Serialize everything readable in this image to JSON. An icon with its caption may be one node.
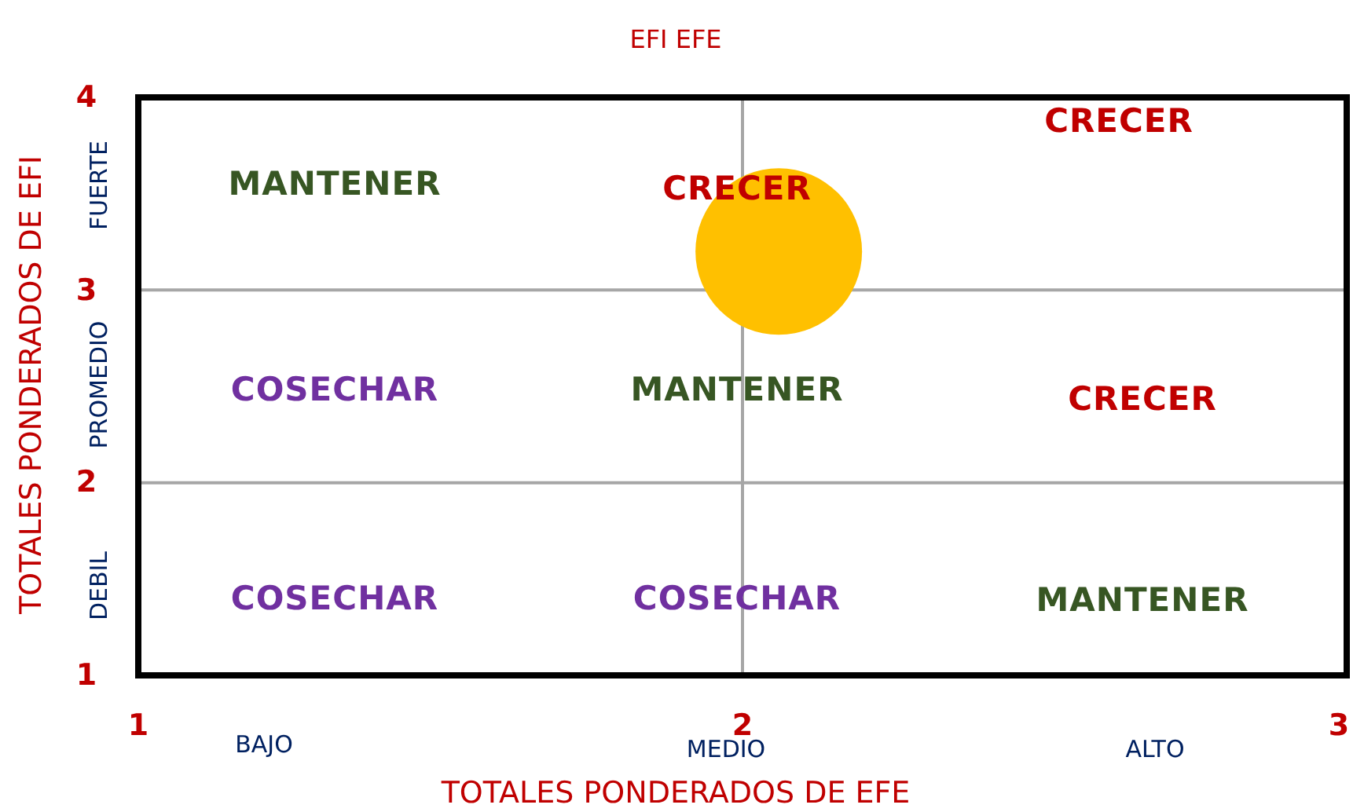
{
  "diagram": {
    "labels": [
      "FUERTE",
      "PROMEDIO",
      "DEBIL",
      "MANTENER",
      "CRECER",
      "CRECER",
      "COSECHAR",
      "MANTENER",
      "CRECER",
      "COSECHAR",
      "COSECHAR",
      "MANTENER",
      "BAJO",
      "MEDIO",
      "ALTO"
    ],
    "chart_data": {
      "type": "scatter",
      "title": "EFI EFE",
      "xlabel": "TOTALES PONDERADOS DE EFE",
      "ylabel": "TOTALES PONDERADOS DE EFI",
      "x": [
        2.06
      ],
      "series": [
        {
          "color": "#ffc000",
          "values": [
            3.2
          ]
        }
      ],
      "grid": true,
      "xlim": [
        1,
        3
      ],
      "ylim": [
        1,
        4
      ],
      "xticks": [
        1,
        2,
        3
      ],
      "yticks": [
        1,
        2,
        3,
        4
      ]
    }
  }
}
